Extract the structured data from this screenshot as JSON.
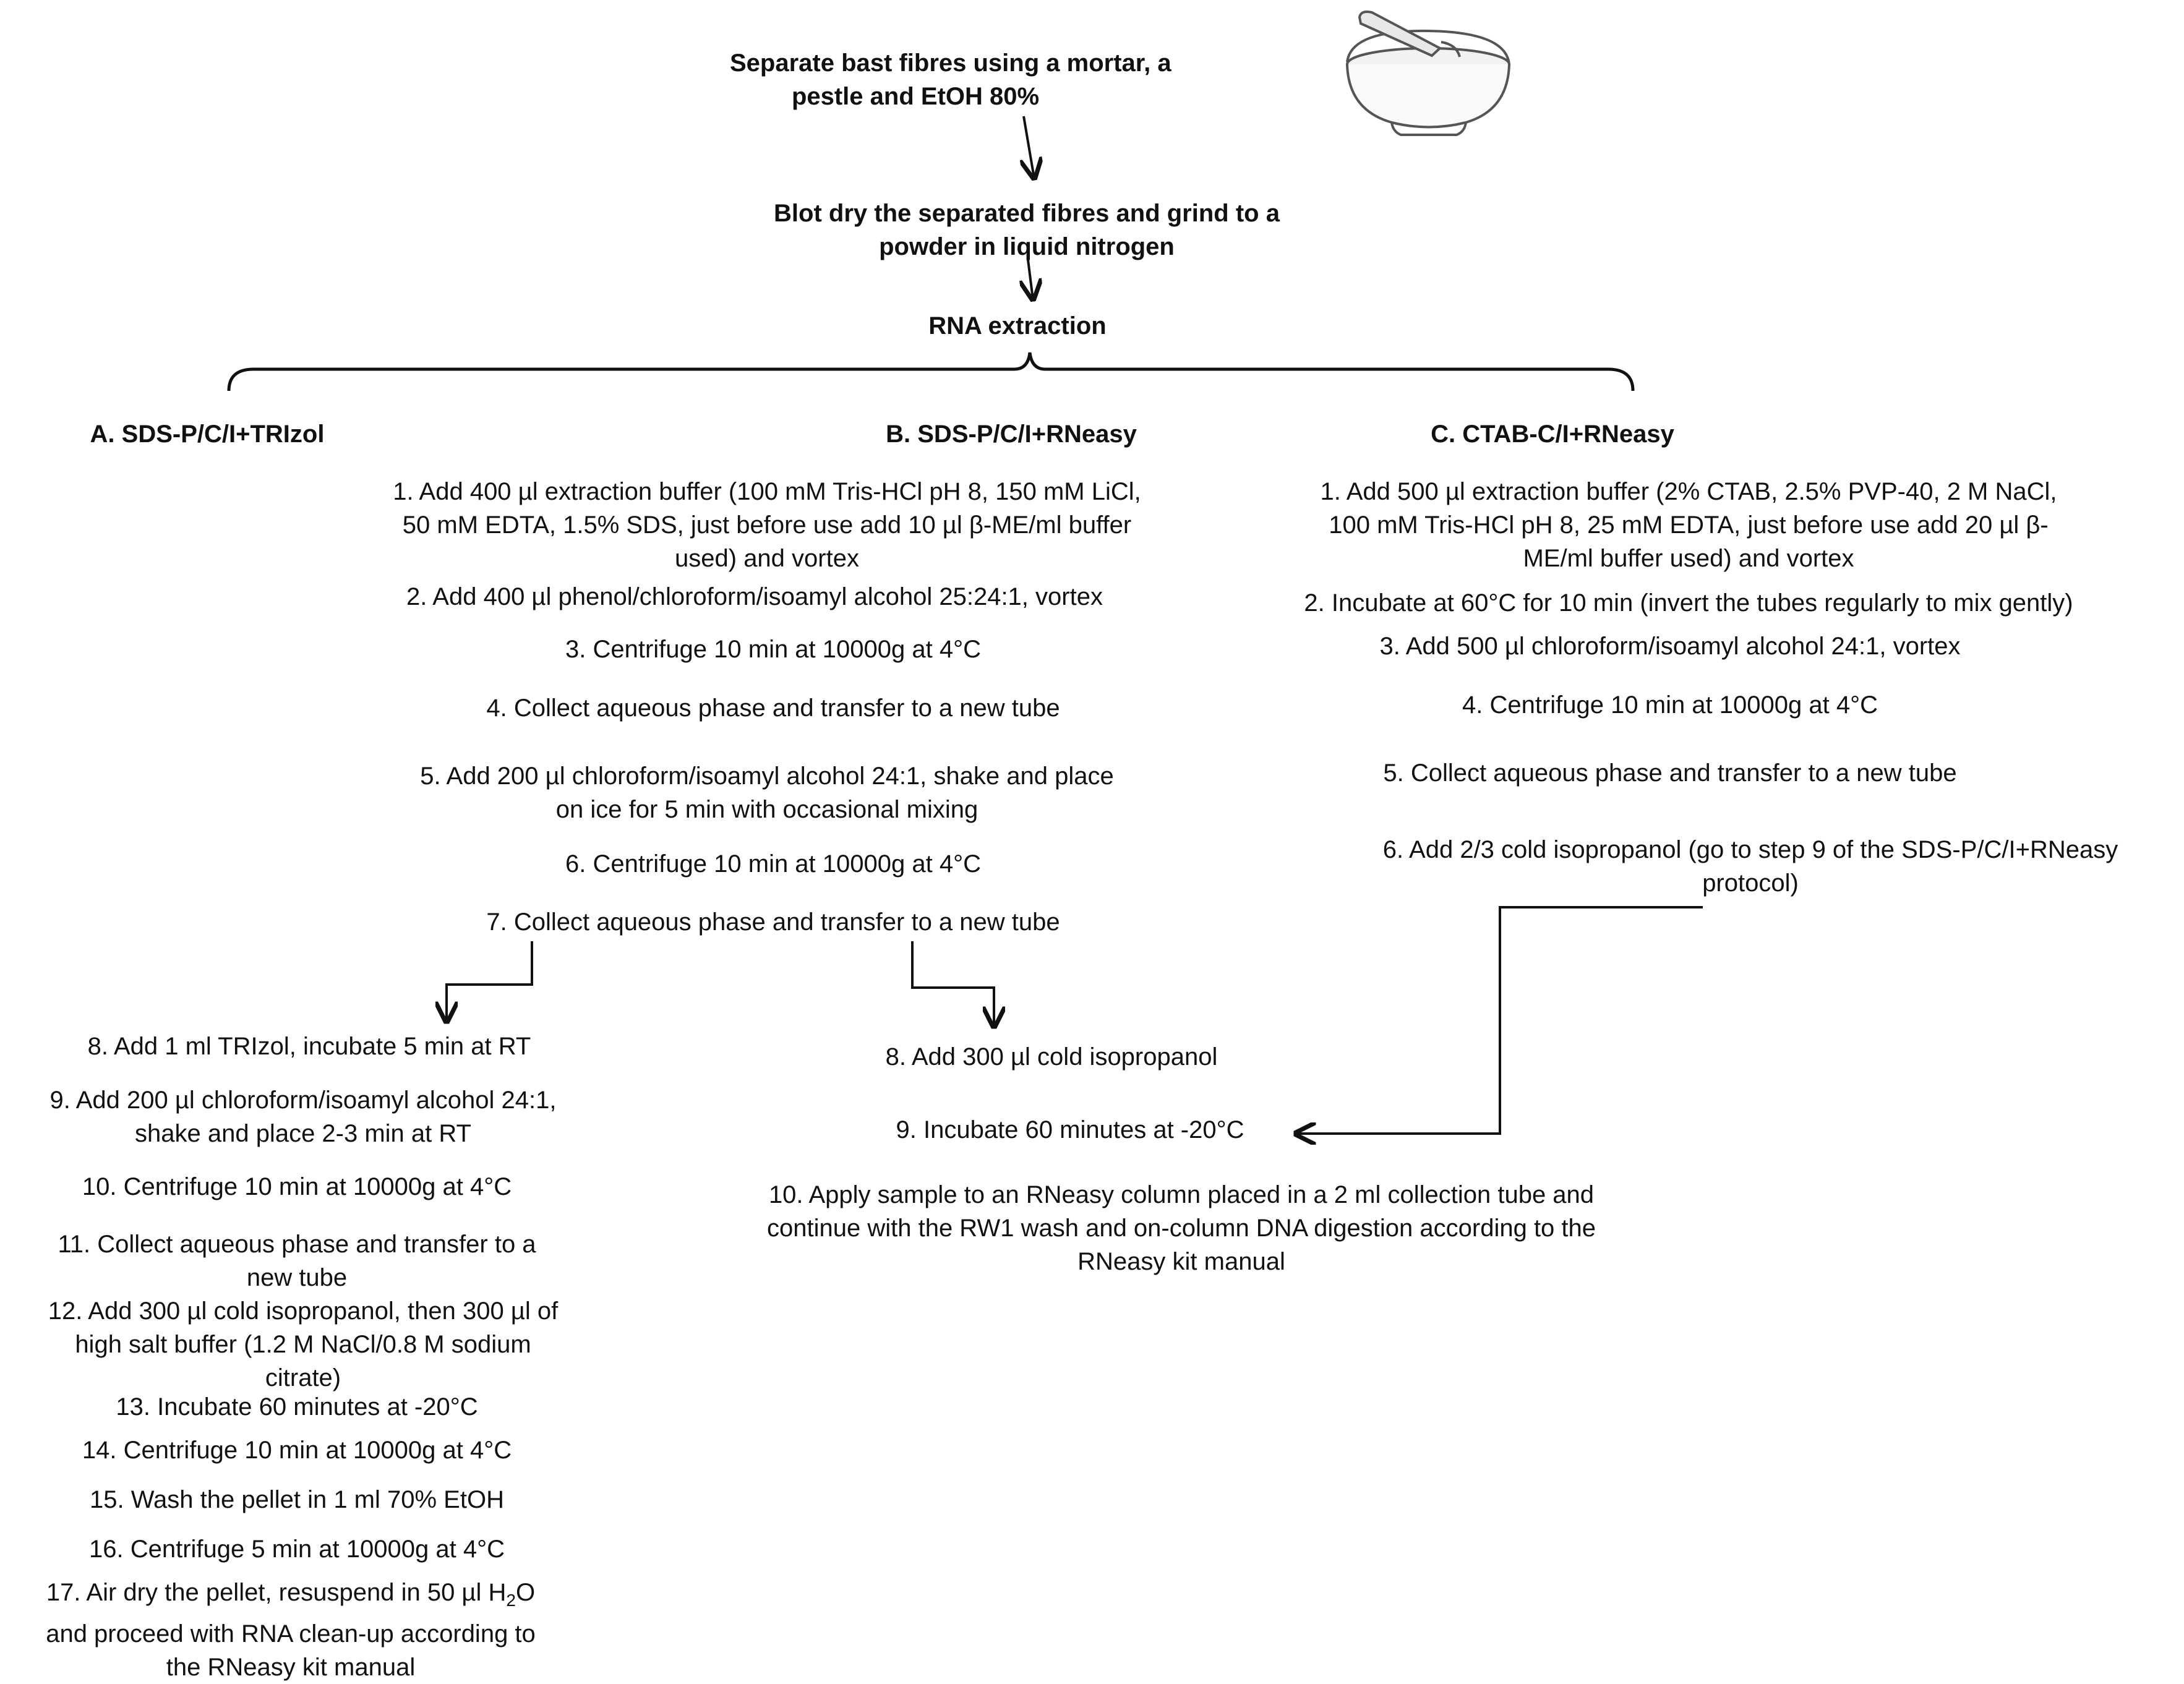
{
  "top": {
    "step1": [
      "Separate bast fibres using a mortar, a",
      "pestle and EtOH 80%"
    ],
    "step2": [
      "Blot dry the separated fibres and grind to a",
      "powder in liquid nitrogen"
    ],
    "step3": "RNA extraction",
    "mortar_icon": "mortar-and-pestle-icon"
  },
  "protocol_a": {
    "title": "A. SDS-P/C/I+TRIzol",
    "steps": [
      [
        "8. Add 1 ml TRIzol, incubate 5 min at RT"
      ],
      [
        "9. Add 200 µl chloroform/isoamyl alcohol 24:1,",
        "shake and place 2-3 min at RT"
      ],
      [
        "10. Centrifuge 10 min at 10000g at 4°C"
      ],
      [
        "11. Collect aqueous phase and transfer to a",
        "new tube"
      ],
      [
        "12. Add 300 µl cold isopropanol, then 300 µl of",
        "high salt buffer (1.2 M NaCl/0.8 M sodium",
        "citrate)"
      ],
      [
        "13. Incubate 60 minutes at -20°C"
      ],
      [
        "14. Centrifuge 10 min at 10000g at 4°C"
      ],
      [
        "15. Wash the pellet in 1 ml 70% EtOH"
      ],
      [
        "16. Centrifuge 5 min at 10000g at 4°C"
      ],
      [
        "17. Air dry the pellet, resuspend in 50 µl H",
        "2",
        "O",
        "and proceed with RNA clean-up according to",
        "the RNeasy kit manual"
      ]
    ]
  },
  "protocol_b": {
    "title": "B. SDS-P/C/I+RNeasy",
    "shared_steps": [
      [
        "1. Add 400 µl extraction buffer (100 mM Tris-HCl pH 8, 150 mM LiCl,",
        "50 mM EDTA, 1.5% SDS, just before use add 10 µl β-ME/ml buffer",
        "used) and vortex"
      ],
      [
        "2. Add 400 µl phenol/chloroform/isoamyl alcohol 25:24:1, vortex"
      ],
      [
        "3. Centrifuge 10 min at 10000g at 4°C"
      ],
      [
        "4. Collect aqueous phase and transfer to a new tube"
      ],
      [
        "5. Add 200 µl chloroform/isoamyl alcohol 24:1, shake and place",
        "on ice for 5 min with occasional mixing"
      ],
      [
        "6. Centrifuge 10 min at 10000g at 4°C"
      ],
      [
        "7. Collect aqueous phase and transfer to a new tube"
      ]
    ],
    "steps": [
      [
        "8. Add 300 µl cold isopropanol"
      ],
      [
        "9. Incubate 60 minutes at -20°C"
      ],
      [
        "10. Apply  sample to an RNeasy column placed in a 2 ml collection tube and",
        "continue with the RW1 wash and on-column DNA digestion according to the",
        "RNeasy kit manual"
      ]
    ]
  },
  "protocol_c": {
    "title": "C. CTAB-C/I+RNeasy",
    "steps": [
      [
        "1. Add 500 µl extraction buffer (2% CTAB, 2.5% PVP-40, 2 M NaCl,",
        "100 mM Tris-HCl pH 8, 25 mM EDTA, just before use add 20 µl β-",
        "ME/ml buffer used) and vortex"
      ],
      [
        "2. Incubate at 60°C for 10 min (invert the tubes regularly to mix gently)"
      ],
      [
        "3.  Add 500 µl chloroform/isoamyl alcohol 24:1, vortex"
      ],
      [
        "4. Centrifuge 10 min at 10000g at 4°C"
      ],
      [
        "5. Collect aqueous phase and transfer to a new tube"
      ],
      [
        "6. Add 2/3 cold isopropanol (go to step 9 of the SDS-P/C/I+RNeasy",
        "protocol)"
      ]
    ]
  }
}
